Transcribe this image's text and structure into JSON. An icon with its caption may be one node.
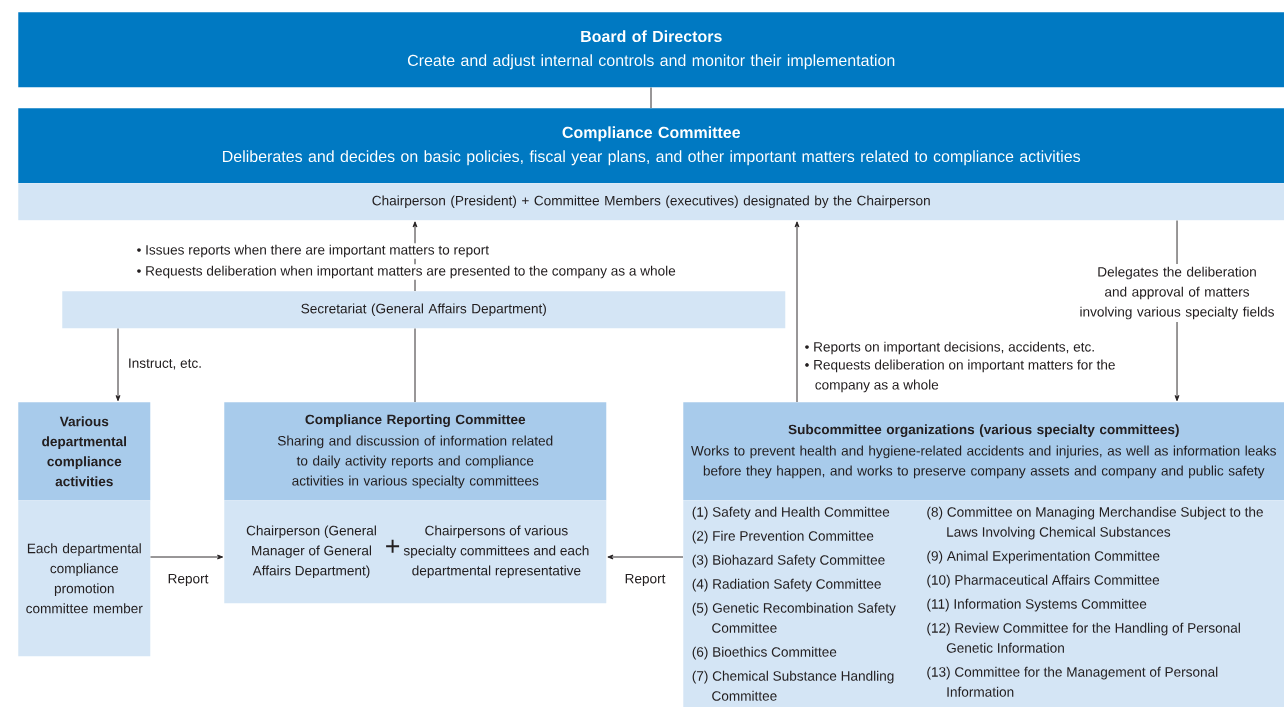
{
  "diagram": {
    "nodes": [
      {
        "text": [
          "Board of Directors",
          "Create and adjust internal controls and monitor their implementation"
        ]
      },
      {
        "text": [
          "Compliance Committee",
          "Deliberates and decides on basic policies, fiscal year plans, and other important matters related to compliance activities"
        ]
      },
      {
        "text": [
          "Chairperson (President) + Committee Members (executives) designated by the Chairperson"
        ]
      },
      {
        "text": [
          "Secretariat (General Affairs Department)"
        ]
      },
      {
        "text": [
          "Various departmental compliance activities"
        ]
      },
      {
        "text": [
          "Each departmental compliance promotion committee member"
        ]
      },
      {
        "text": [
          "Compliance Reporting Committee",
          "Sharing and discussion of information related to daily activity reports and compliance activities in various specialty committees"
        ]
      },
      {
        "text": [
          "Chairperson (General Manager of General Affairs Department)",
          "+",
          "Chairpersons of various specialty committees and each departmental representative"
        ]
      },
      {
        "text": [
          "Subcommittee organizations (various specialty committees)",
          "Works to prevent health and hygiene-related accidents and injuries, as well as information leaks before they happen, and works to preserve company assets and company and public safety"
        ]
      },
      {
        "text": [
          "(1) Safety and Health Committee",
          "(2) Fire Prevention Committee",
          "(3) Biohazard Safety Committee",
          "(4) Radiation Safety Committee",
          "(5) Genetic Recombination Safety Committee",
          "(6) Bioethics Committee",
          "(7) Chemical Substance Handling Committee",
          "(8) Committee on Managing Merchandise Subject to the Laws Involving Chemical Substances",
          "(9) Animal Experimentation Committee",
          "(10) Pharmaceutical Affairs Committee",
          "(11) Information Systems Committee",
          "(12) Review Committee for the Handling of Personal Genetic Information",
          "(13) Committee for the Management of Personal Information"
        ]
      }
    ],
    "edges": [
      {
        "from": 0,
        "to": 1,
        "arrow": "none"
      },
      {
        "from": 3,
        "to": 2,
        "arrow": "to"
      },
      {
        "from": 6,
        "to": 3,
        "arrow": "none"
      },
      {
        "from": 3,
        "to": 4,
        "arrow": "to",
        "label": "Instruct, etc."
      },
      {
        "from": 8,
        "to": 2,
        "arrow": "to"
      },
      {
        "from": 2,
        "to": 8,
        "arrow": "to",
        "label": "Delegates the deliberation and approval of matters involving various specialty fields"
      },
      {
        "from": 5,
        "to": 7,
        "arrow": "to",
        "label": "Report"
      },
      {
        "from": 9,
        "to": 7,
        "arrow": "to",
        "label": "Report"
      }
    ],
    "labels": [
      "• Issues reports when there are important matters to report",
      "• Requests deliberation when important matters are presented to the company as a whole",
      "• Reports on important decisions, accidents, etc.",
      "• Requests deliberation on important matters for the company as a whole"
    ]
  }
}
